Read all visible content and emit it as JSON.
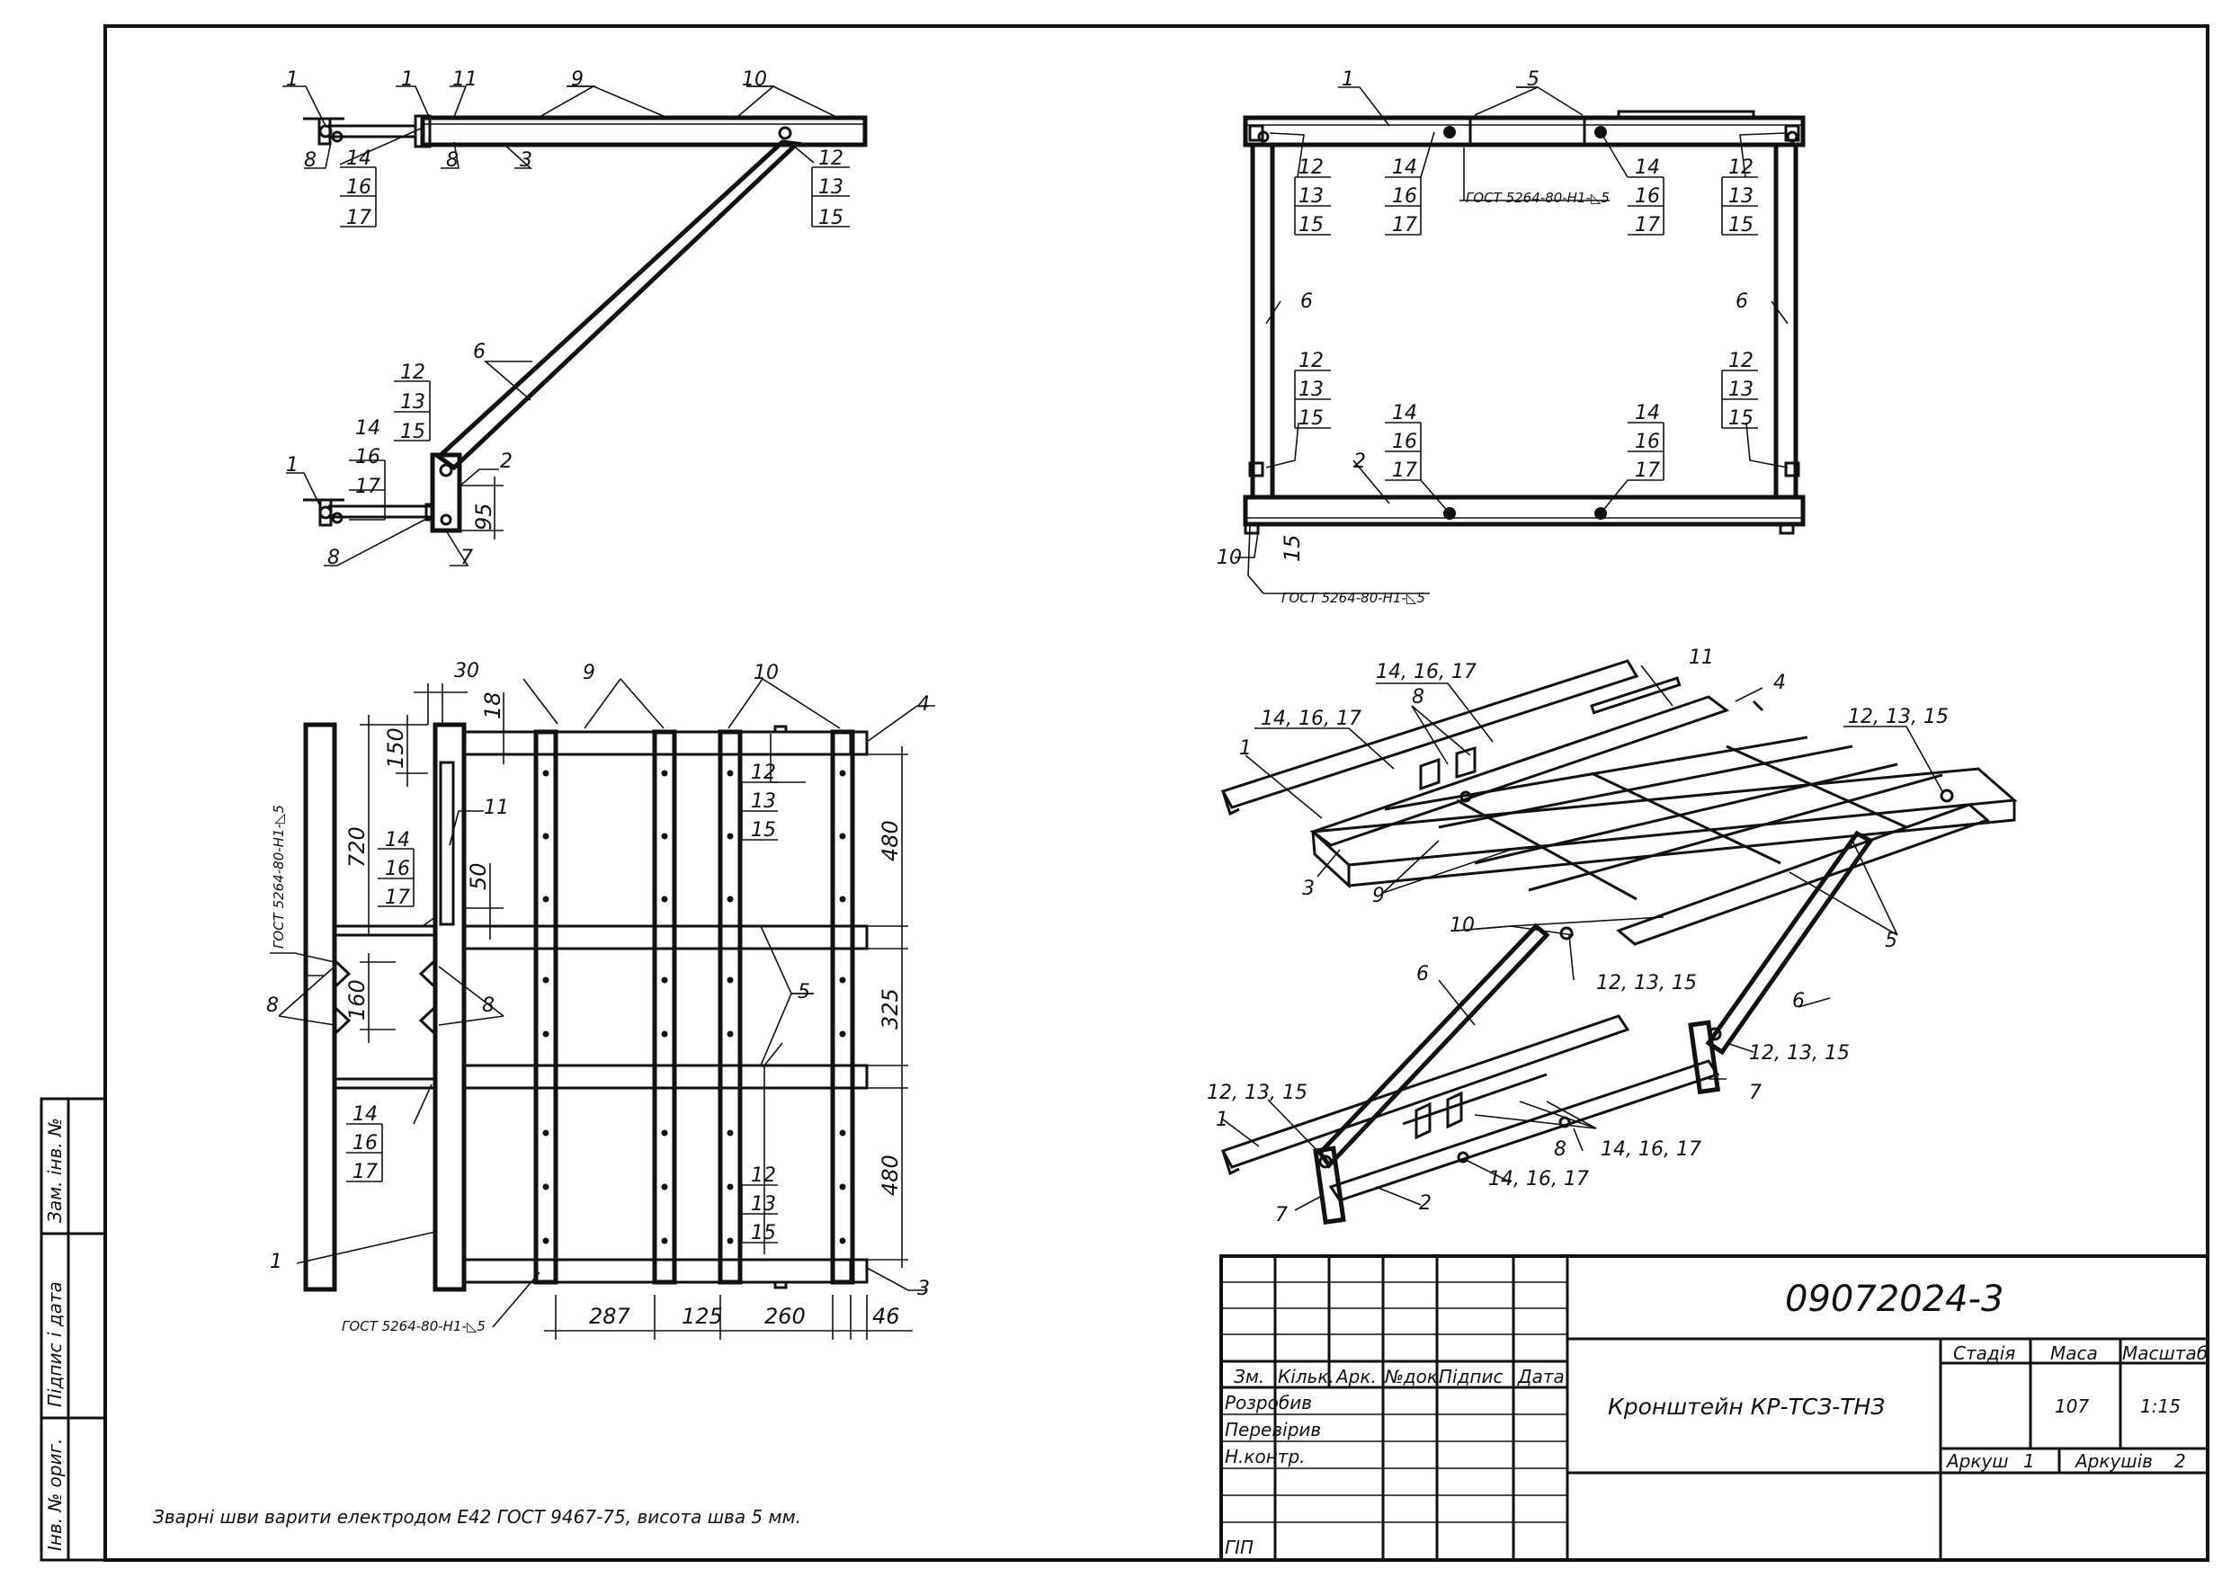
{
  "stamp": {
    "designation": "09072024-3",
    "title": "Кронштейн КР-ТСЗ-ТНЗ",
    "headers": {
      "change": "Зм.",
      "qty": "Кільк.",
      "sheet": "Арк.",
      "doc": "№док.",
      "sign": "Підпис",
      "date": "Дата"
    },
    "roles": {
      "developed": "Розробив",
      "checked": "Перевірив",
      "norm": "Н.контр.",
      "gip": "ГІП"
    },
    "stage_label": "Стадія",
    "mass_label": "Маса",
    "scale_label": "Масштаб",
    "mass": "107",
    "scale": "1:15",
    "sheet_label": "Аркуш",
    "sheet_no": "1",
    "sheets_label": "Аркушів",
    "sheets_total": "2"
  },
  "side_strip": {
    "replace_inv": "Зам. інв. №",
    "sign_date": "Підпис і дата",
    "inv_orig": "Інв. № ориг."
  },
  "note": "Зварні шви варити електродом Е42 ГОСТ 9467-75, висота шва 5 мм.",
  "gost_weld": "ГОСТ 5264-80-Н1-◺5",
  "side_view": {
    "callouts": [
      "1",
      "1",
      "11",
      "9",
      "10",
      "8",
      "14",
      "16",
      "17",
      "8",
      "3",
      "12",
      "13",
      "15",
      "6",
      "12",
      "13",
      "15",
      "14",
      "16",
      "17",
      "1",
      "2",
      "8",
      "7"
    ],
    "dims": [
      "95"
    ]
  },
  "top_view": {
    "callouts": [
      "1",
      "5",
      "12",
      "13",
      "15",
      "14",
      "16",
      "17",
      "14",
      "16",
      "17",
      "12",
      "13",
      "15",
      "6",
      "6",
      "12",
      "13",
      "15",
      "12",
      "13",
      "15",
      "14",
      "16",
      "17",
      "14",
      "16",
      "17",
      "2",
      "10"
    ],
    "dims": [
      "15"
    ]
  },
  "plan_view": {
    "callouts": [
      "30",
      "9",
      "10",
      "4",
      "11",
      "14",
      "16",
      "17",
      "12",
      "13",
      "15",
      "8",
      "8",
      "5",
      "14",
      "16",
      "17",
      "12",
      "13",
      "15",
      "1",
      "3"
    ],
    "dims": [
      "18",
      "150",
      "720",
      "50",
      "160",
      "480",
      "325",
      "480",
      "287",
      "125",
      "260",
      "46"
    ]
  },
  "iso_view": {
    "callouts": [
      "14, 16, 17",
      "11",
      "4",
      "8",
      "14, 16, 17",
      "12, 13, 15",
      "1",
      "3",
      "9",
      "10",
      "5",
      "12, 13, 15",
      "6",
      "6",
      "12, 13, 15",
      "12, 13, 15",
      "7",
      "1",
      "8",
      "14, 16, 17",
      "14, 16, 17",
      "7",
      "2"
    ]
  }
}
